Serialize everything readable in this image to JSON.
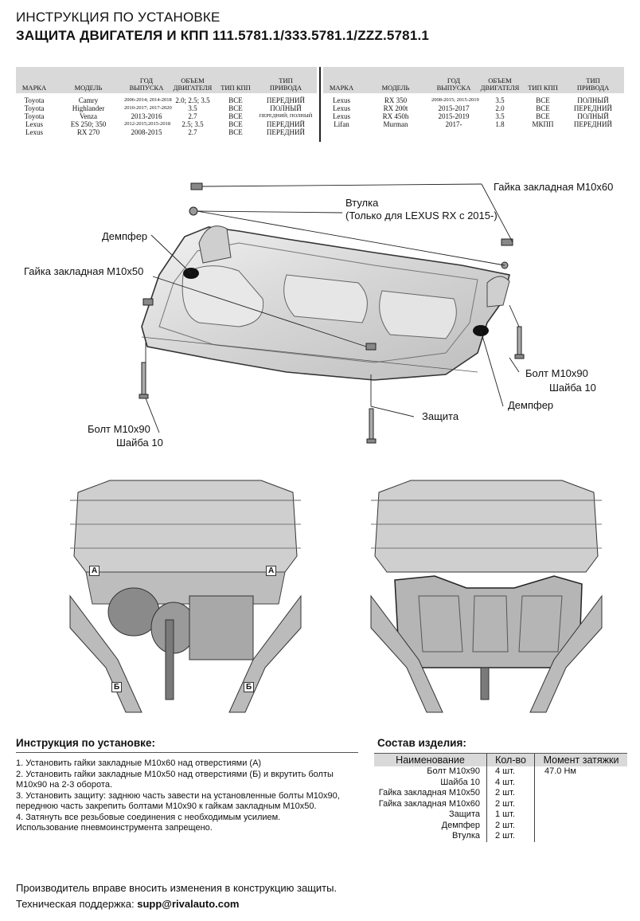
{
  "header": {
    "title": "ИНСТРУКЦИЯ ПО УСТАНОВКЕ",
    "subtitle": "ЗАЩИТА ДВИГАТЕЛЯ И КПП 111.5781.1/333.5781.1/ZZZ.5781.1"
  },
  "compat": {
    "columns": [
      "МАРКА",
      "МОДЕЛЬ",
      "ГОД\nВЫПУСКА",
      "ОБЪЕМ\nДВИГАТЕЛЯ",
      "ТИП КПП",
      "ТИП\nПРИВОДА"
    ],
    "left_rows": [
      [
        "Toyota",
        "Camry",
        "2006-2014; 2014-2018",
        "2.0; 2.5; 3.5",
        "ВСЕ",
        "ПЕРЕДНИЙ"
      ],
      [
        "Toyota",
        "Highlander",
        "2010-2017; 2017-2020",
        "3.5",
        "ВСЕ",
        "ПОЛНЫЙ"
      ],
      [
        "Toyota",
        "Venza",
        "2013-2016",
        "2.7",
        "ВСЕ",
        "ПЕРЕДНИЙ; ПОЛНЫЙ"
      ],
      [
        "Lexus",
        "ES 250; 350",
        "2012-2015;2015-2018",
        "2.5; 3.5",
        "ВСЕ",
        "ПЕРЕДНИЙ"
      ],
      [
        "Lexus",
        "RX 270",
        "2008-2015",
        "2.7",
        "ВСЕ",
        "ПЕРЕДНИЙ"
      ]
    ],
    "right_rows": [
      [
        "Lexus",
        "RX 350",
        "2008-2015; 2015-2019",
        "3.5",
        "ВСЕ",
        "ПОЛНЫЙ"
      ],
      [
        "Lexus",
        "RX 200t",
        "2015-2017",
        "2.0",
        "ВСЕ",
        "ПЕРЕДНИЙ"
      ],
      [
        "Lexus",
        "RX 450h",
        "2015-2019",
        "3.5",
        "ВСЕ",
        "ПОЛНЫЙ"
      ],
      [
        "Lifan",
        "Murman",
        "2017-",
        "1.8",
        "МКПП",
        "ПЕРЕДНИЙ"
      ]
    ]
  },
  "diagram": {
    "nut_m10x60": "Гайка закладная М10х60",
    "bushing": "Втулка",
    "bushing_note": "(Только для LEXUS RX с 2015-)",
    "damper_left": "Демпфер",
    "nut_m10x50": "Гайка закладная М10х50",
    "bolt_right": "Болт М10х90",
    "washer_right": "Шайба 10",
    "damper_right": "Демпфер",
    "guard": "Защита",
    "bolt_left": "Болт М10х90",
    "washer_left": "Шайба 10",
    "marker_a": "А",
    "marker_b": "Б"
  },
  "instructions": {
    "title": "Инструкция по установке:",
    "lines": [
      "1. Установить гайки закладные М10х60 над отверстиями (А)",
      "2. Установить гайки закладные М10х50 над отверстиями (Б) и вкрутить болты",
      "М10х90 на 2-3 оборота.",
      "3. Установить защиту: заднюю часть завести на установленные болты М10х90,",
      "переднюю часть закрепить болтами М10х90 к гайкам закладным М10х50.",
      "4. Затянуть все резьбовые соединения с необходимым усилием.",
      "Использование пневмоинструмента запрещено."
    ]
  },
  "composition": {
    "title": "Состав изделия:",
    "headers": [
      "Наименование",
      "Кол-во",
      "Момент затяжки"
    ],
    "rows": [
      [
        "Болт М10х90",
        "4 шт.",
        "47.0 Нм"
      ],
      [
        "Шайба 10",
        "4 шт.",
        ""
      ],
      [
        "Гайка закладная М10х50",
        "2 шт.",
        ""
      ],
      [
        "Гайка закладная М10х60",
        "2 шт.",
        ""
      ],
      [
        "Защита",
        "1 шт.",
        ""
      ],
      [
        "Демпфер",
        "2 шт.",
        ""
      ],
      [
        "Втулка",
        "2 шт.",
        ""
      ]
    ]
  },
  "footer": {
    "note": "Производитель вправе вносить изменения в конструкцию защиты.",
    "support_label": "Техническая поддержка:",
    "support_email": "supp@rivalauto.com"
  }
}
